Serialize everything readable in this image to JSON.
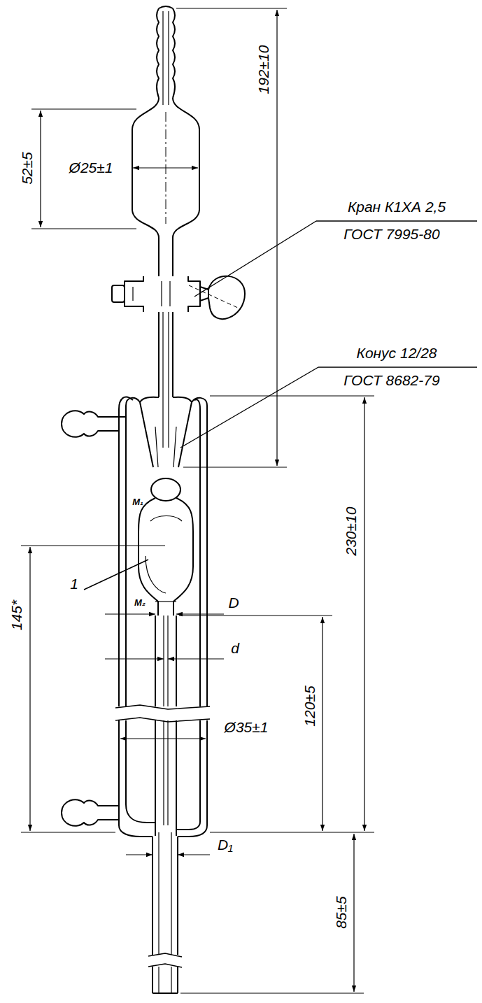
{
  "diagram": {
    "labels": [
      "52±5",
      "Ø25±1",
      "192±10",
      "Кран К1ХА 2,5",
      "ГОСТ 7995-80",
      "Конус 12/28",
      "ГОСТ 8682-79",
      "M₁",
      "1",
      "M₂",
      "D",
      "230±10",
      "145*",
      "d",
      "120±5",
      "Ø35±1",
      "D₁",
      "85±5"
    ]
  }
}
